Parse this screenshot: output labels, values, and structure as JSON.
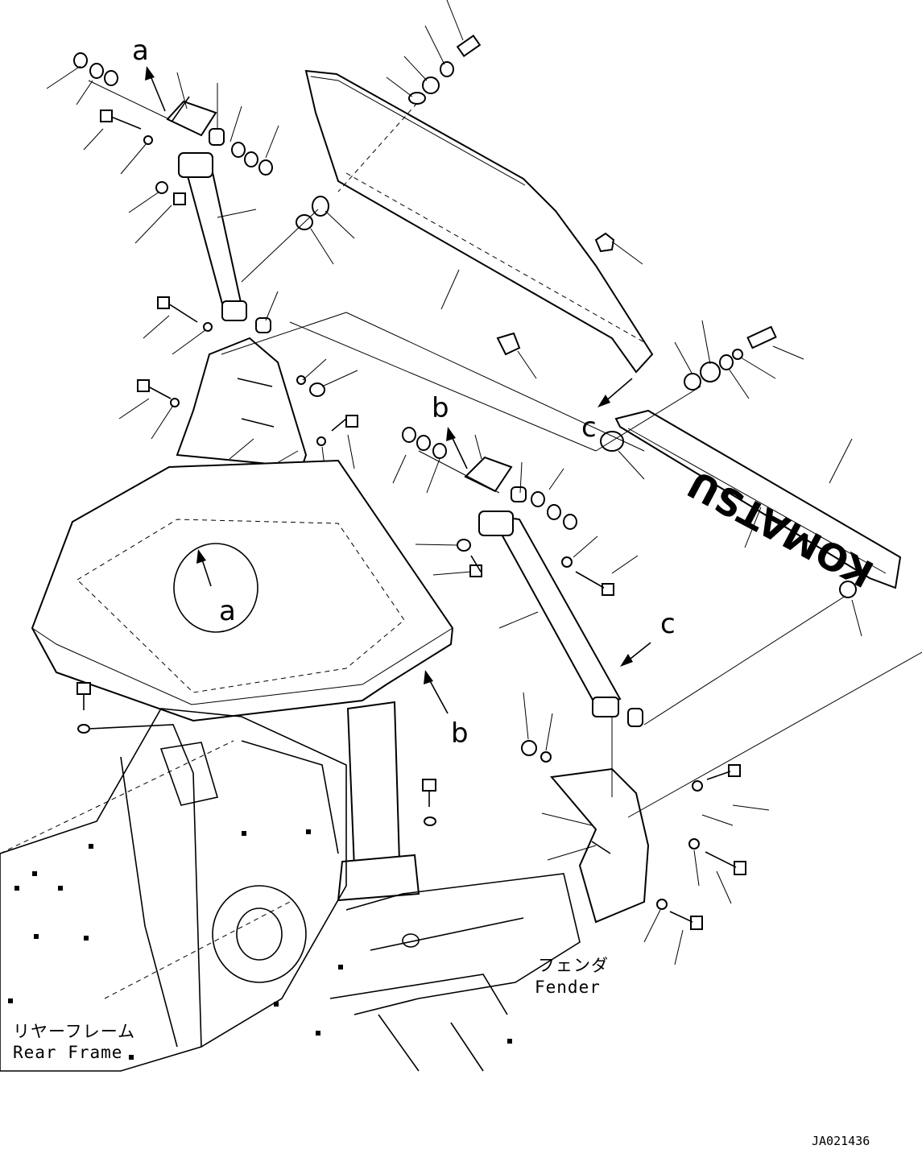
{
  "callouts": {
    "a_top": "a",
    "a_bottom": "a",
    "b_top": "b",
    "b_bottom": "b",
    "c_left": "c",
    "c_right": "c"
  },
  "plate_text": "KOMATSU",
  "labels": {
    "fender_jp": "フェンダ",
    "fender_en": "Fender",
    "rear_frame_jp": "リヤーフレーム",
    "rear_frame_en": "Rear Frame"
  },
  "drawing_code": "JA021436"
}
